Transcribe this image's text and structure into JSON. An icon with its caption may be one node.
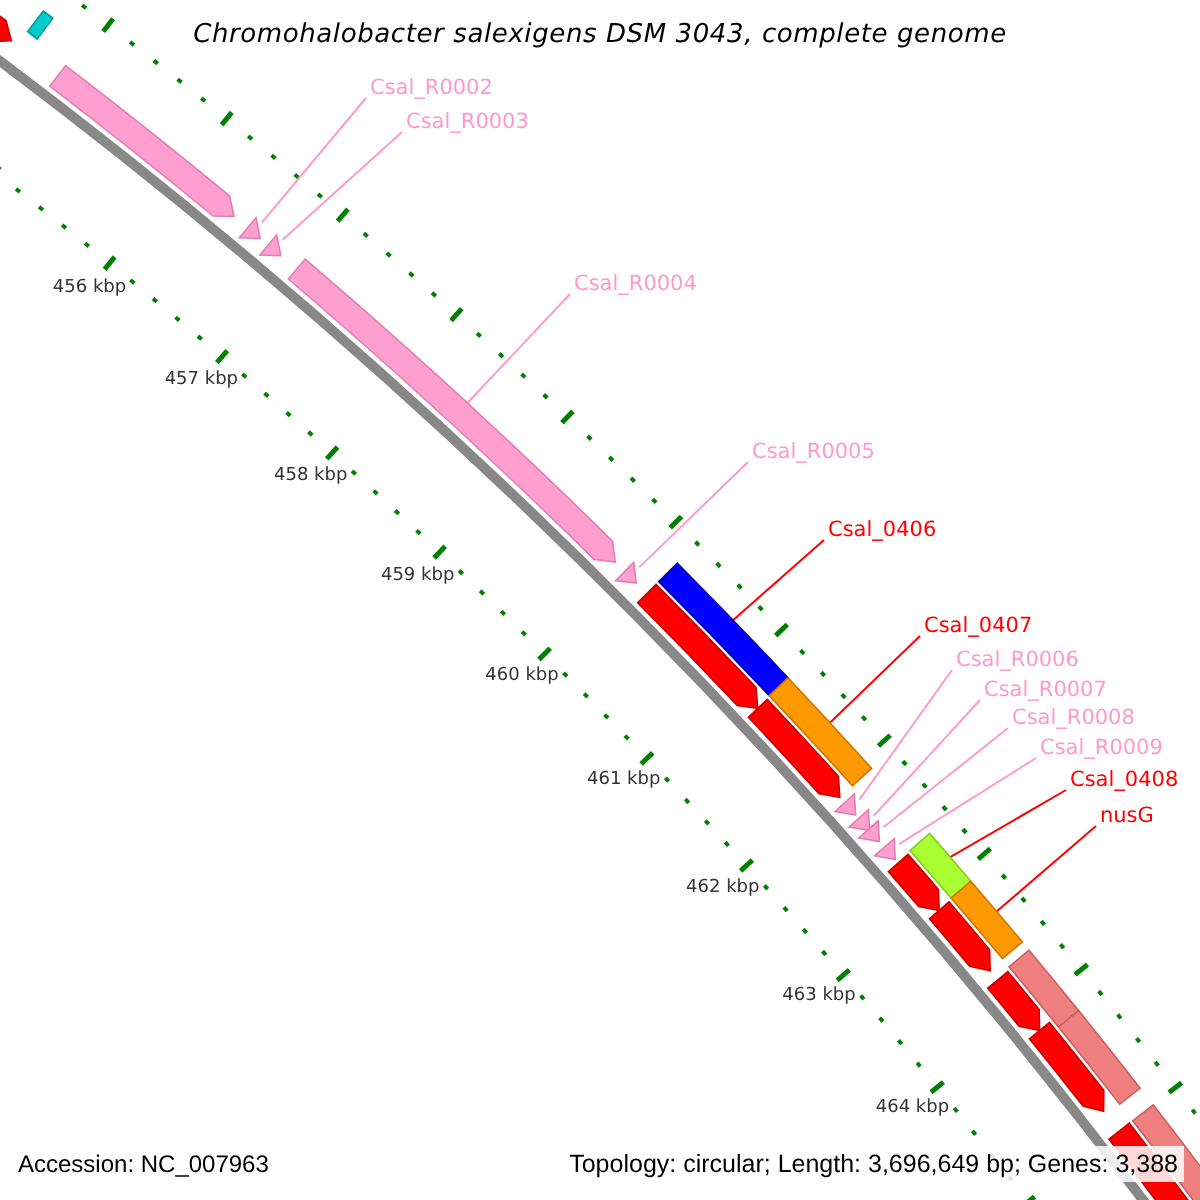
{
  "diagram": {
    "title": "Chromohalobacter salexigens DSM 3043, complete genome",
    "nodes": [
      {
        "text": [
          "Csal_R0002"
        ]
      },
      {
        "text": [
          "Csal_R0003"
        ]
      },
      {
        "text": [
          "Csal_R0004"
        ]
      },
      {
        "text": [
          "Csal_R0005"
        ]
      },
      {
        "text": [
          "Csal_0406"
        ]
      },
      {
        "text": [
          "Csal_0407"
        ]
      },
      {
        "text": [
          "Csal_R0006"
        ]
      },
      {
        "text": [
          "Csal_R0007"
        ]
      },
      {
        "text": [
          "Csal_R0008"
        ]
      },
      {
        "text": [
          "Csal_R0009"
        ]
      },
      {
        "text": [
          "Csal_0408"
        ]
      },
      {
        "text": [
          "nusG"
        ]
      },
      {
        "text": [],
        "shape": "triangle"
      },
      {
        "text": [],
        "shape": "triangle"
      },
      {
        "text": [],
        "shape": "bar"
      },
      {
        "text": [],
        "shape": "triangle"
      },
      {
        "text": [],
        "shape": "bar"
      },
      {
        "text": [],
        "shape": "bar"
      },
      {
        "text": [],
        "shape": "triangle"
      },
      {
        "text": [],
        "shape": "triangle"
      },
      {
        "text": [],
        "shape": "triangle"
      },
      {
        "text": [],
        "shape": "triangle"
      },
      {
        "text": [],
        "shape": "bar"
      },
      {
        "text": [],
        "shape": "bar"
      },
      {
        "text": [],
        "shape": "bar"
      },
      {
        "text": [],
        "shape": "bar"
      },
      {
        "text": [],
        "shape": "bar"
      },
      {
        "text": [],
        "shape": "bar"
      },
      {
        "text": [],
        "shape": "bar"
      },
      {
        "text": [],
        "shape": "bar"
      },
      {
        "text": [],
        "shape": "bar"
      },
      {
        "text": [],
        "shape": "bar"
      },
      {
        "text": [],
        "shape": "bar"
      },
      {
        "text": [],
        "shape": "bar"
      },
      {
        "text": [],
        "shape": "bar"
      },
      {
        "text": [],
        "shape": "bar"
      },
      {
        "text": [],
        "shape": "bar"
      }
    ],
    "edges": [
      {
        "from": 0,
        "to": 12,
        "arrow": "none"
      },
      {
        "from": 1,
        "to": 13,
        "arrow": "none"
      },
      {
        "from": 2,
        "to": 14,
        "arrow": "none"
      },
      {
        "from": 3,
        "to": 15,
        "arrow": "none"
      },
      {
        "from": 4,
        "to": 16,
        "arrow": "none",
        "color": "#ff0000"
      },
      {
        "from": 5,
        "to": 17,
        "arrow": "none",
        "color": "#ff0000"
      },
      {
        "from": 6,
        "to": 18,
        "arrow": "none"
      },
      {
        "from": 7,
        "to": 19,
        "arrow": "none"
      },
      {
        "from": 8,
        "to": 20,
        "arrow": "none"
      },
      {
        "from": 9,
        "to": 21,
        "arrow": "none"
      },
      {
        "from": 10,
        "to": 22,
        "arrow": "none",
        "color": "#ff0000"
      },
      {
        "from": 11,
        "to": 23,
        "arrow": "none",
        "color": "#ff0000"
      }
    ],
    "labels": [
      "456 kbp",
      "457 kbp",
      "458 kbp",
      "459 kbp",
      "460 kbp",
      "461 kbp",
      "462 kbp",
      "463 kbp",
      "464 kbp",
      "Accession: NC_007963",
      "Topology: circular; Length: 3,696,649 bp; Genes: 3,388"
    ]
  }
}
